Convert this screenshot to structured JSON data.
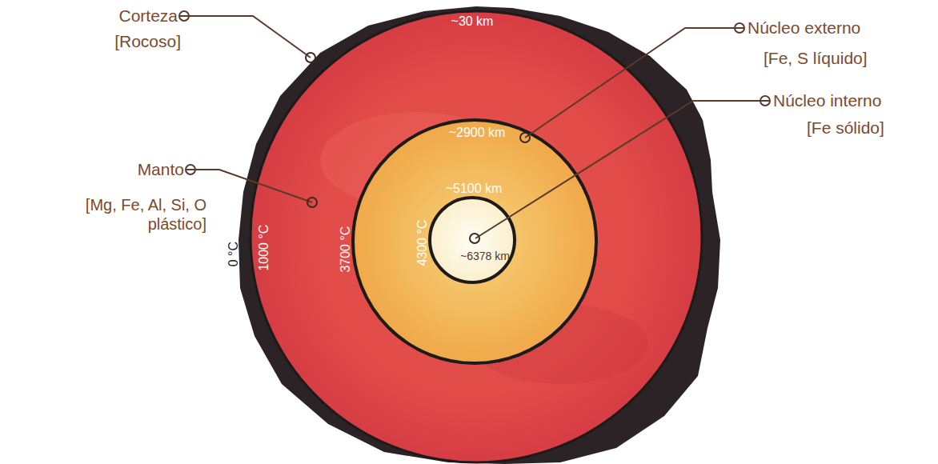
{
  "diagram": {
    "labels": [
      "Corteza",
      "[Rocoso]",
      "Manto",
      "[Mg, Fe, Al, Si, O plástico]",
      "Núcleo externo",
      "[Fe, S líquido]",
      "Núcleo interno",
      "[Fe sólido]",
      "~30 km",
      "~2900 km",
      "~5100 km",
      "~6378 km",
      "0 °C",
      "1000 °C",
      "3700 °C",
      "4300 °C"
    ]
  }
}
